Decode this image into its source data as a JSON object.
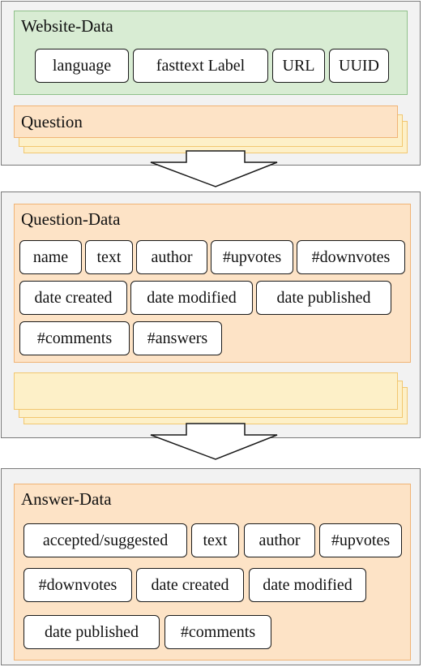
{
  "website": {
    "title": "Website-Data",
    "fields": [
      "language",
      "fasttext Label",
      "URL",
      "UUID"
    ],
    "stack_label": "Question"
  },
  "question": {
    "title": "Question-Data",
    "fields": [
      "name",
      "text",
      "author",
      "#upvotes",
      "#downvotes",
      "date created",
      "date modified",
      "date published",
      "#comments",
      "#answers"
    ]
  },
  "answer": {
    "title": "Answer-Data",
    "fields": [
      "accepted/suggested",
      "text",
      "author",
      "#upvotes",
      "#downvotes",
      "date created",
      "date modified",
      "date published",
      "#comments"
    ]
  },
  "colors": {
    "green_fill": "#d8ecd3",
    "orange_fill": "#fde3c6",
    "yellow_fill": "#fdf0c8",
    "outer_fill": "#f2f2f2"
  }
}
